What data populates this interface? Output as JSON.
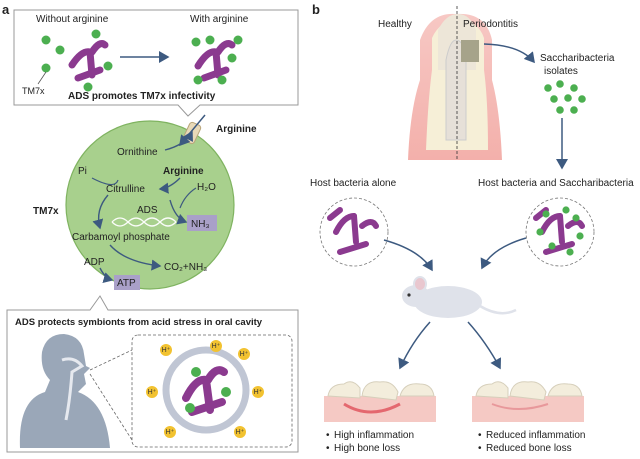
{
  "panel_a": {
    "label": "a",
    "inset_top": {
      "without": "Without arginine",
      "with": "With arginine",
      "tm7x": "TM7x",
      "caption": "ADS promotes TM7x infectivity"
    },
    "cell": {
      "name": "TM7x",
      "arginine_out": "Arginine",
      "ornithine": "Ornithine",
      "arginine_in": "Arginine",
      "pi": "Pi",
      "citrulline": "Citrulline",
      "h2o": "H₂O",
      "ads": "ADS",
      "nh3_1": "NH₃",
      "carbamoyl": "Carbamoyl phosphate",
      "adp": "ADP",
      "co2": "CO₂+NH₃",
      "atp": "ATP"
    },
    "inset_bottom": {
      "caption": "ADS protects symbionts from acid stress in oral cavity",
      "proton": "H⁺"
    }
  },
  "panel_b": {
    "label": "b",
    "healthy": "Healthy",
    "periodontitis": "Periodontitis",
    "saccharibacteria": "Saccharibacteria",
    "isolates": "isolates",
    "host_alone": "Host bacteria alone",
    "host_sacc": "Host bacteria and Saccharibacteria",
    "left_outcomes": [
      "High inflammation",
      "High bone loss"
    ],
    "right_outcomes": [
      "Reduced inflammation",
      "Reduced bone loss"
    ]
  },
  "colors": {
    "cell_green": "#a8d08d",
    "bacteria_purple": "#8b3a8f",
    "tm7x_green": "#4caf50",
    "arrow_blue": "#3d5a80",
    "label_box": "#a9a0c8",
    "proton_yellow": "#f2c230"
  }
}
